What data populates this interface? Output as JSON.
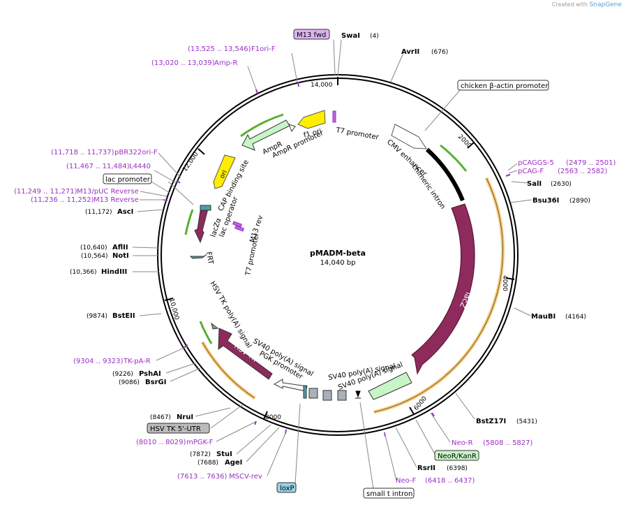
{
  "credit": {
    "prefix": "Created with",
    "brand": "SnapGene"
  },
  "plasmid": {
    "name": "pMADM-beta",
    "length": "14,040 bp"
  },
  "ticks": [
    "2000",
    "4000",
    "6000",
    "8000",
    "10,000",
    "12,000",
    "14,000"
  ],
  "enzymes": [
    {
      "name": "SwaI",
      "pos": "(4)"
    },
    {
      "name": "AvrII",
      "pos": "(676)"
    },
    {
      "name": "SalI",
      "pos": "(2630)"
    },
    {
      "name": "Bsu36I",
      "pos": "(2890)"
    },
    {
      "name": "MauBI",
      "pos": "(4164)"
    },
    {
      "name": "BstZ17I",
      "pos": "(5431)"
    },
    {
      "name": "RsrII",
      "pos": "(6398)"
    },
    {
      "name": "StuI",
      "pos": "(7872)"
    },
    {
      "name": "AgeI",
      "pos": "(7688)"
    },
    {
      "name": "NruI",
      "pos": "(8467)"
    },
    {
      "name": "BsrGI",
      "pos": "(9086)"
    },
    {
      "name": "PshAI",
      "pos": "(9226)"
    },
    {
      "name": "BstEII",
      "pos": "(9874)"
    },
    {
      "name": "HindIII",
      "pos": "(10,366)"
    },
    {
      "name": "NotI",
      "pos": "(10,564)"
    },
    {
      "name": "AflII",
      "pos": "(10,640)"
    },
    {
      "name": "AscI",
      "pos": "(11,172)"
    }
  ],
  "primers": [
    {
      "name": "F1ori-F",
      "range": "(13,525 .. 13,546)"
    },
    {
      "name": "Amp-R",
      "range": "(13,020 .. 13,039)"
    },
    {
      "name": "pBR322ori-F",
      "range": "(11,718 .. 11,737)"
    },
    {
      "name": "L4440",
      "range": "(11,467 .. 11,484)"
    },
    {
      "name": "M13/pUC Reverse",
      "range": "(11,249 .. 11,271)"
    },
    {
      "name": "M13 Reverse",
      "range": "(11,236 .. 11,252)"
    },
    {
      "name": "pCAGGS-5",
      "range": "(2479 .. 2501)"
    },
    {
      "name": "pCAG-F",
      "range": "(2563 .. 2582)"
    },
    {
      "name": "Neo-R",
      "range": "(5808 .. 5827)"
    },
    {
      "name": "Neo-F",
      "range": "(6418 .. 6437)"
    },
    {
      "name": "TK-pA-R",
      "range": "(9304 .. 9323)"
    },
    {
      "name": "mPGK-F",
      "range": "(8010 .. 8029)"
    },
    {
      "name": "MSCV-rev",
      "range": "(7613 .. 7636)"
    }
  ],
  "boxed_labels": [
    {
      "text": "M13 fwd",
      "style": "purple"
    },
    {
      "text": "chicken β-actin promoter",
      "style": "white"
    },
    {
      "text": "lac promoter",
      "style": "white"
    },
    {
      "text": "HSV TK 5'-UTR",
      "style": "gray"
    },
    {
      "text": "NeoR/KanR",
      "style": "green"
    },
    {
      "text": "loxP",
      "style": "blue"
    },
    {
      "text": "small t intron",
      "style": "white"
    }
  ],
  "features": {
    "t7_promoter_top": "T7 promoter",
    "f1_ori": "f1 ori",
    "ampr": "AmpR",
    "ampr_promoter": "AmpR promoter",
    "ori": "ori",
    "cap_site": "CAP binding site",
    "lac_operator": "lac operator",
    "lacz_alpha": "lacZα",
    "m13_rev": "M13 rev",
    "t7_promoter_inner": "T7 promoter",
    "frt": "FRT",
    "cmv_enhancer": "CMV enhancer",
    "chimeric_intron": "chimeric intron",
    "lacz": "lacZ",
    "hsv_tk_polya": "HSV TK poly(A) signal",
    "hsv_tk": "HSV TK",
    "sv40_polya_1": "SV40 poly(A) signal",
    "pgk_promoter": "PGK promoter",
    "sv40_polya_2": "SV40 poly(A) signal",
    "sv40_polya_3": "SV40 poly(A) signal"
  },
  "colors": {
    "lacz": "#8e2a5c",
    "ampr": "#c8f5c8",
    "ori": "#ffee00",
    "primer": "#9b2fc4",
    "orange": "#f0a830",
    "green": "#55b030"
  }
}
